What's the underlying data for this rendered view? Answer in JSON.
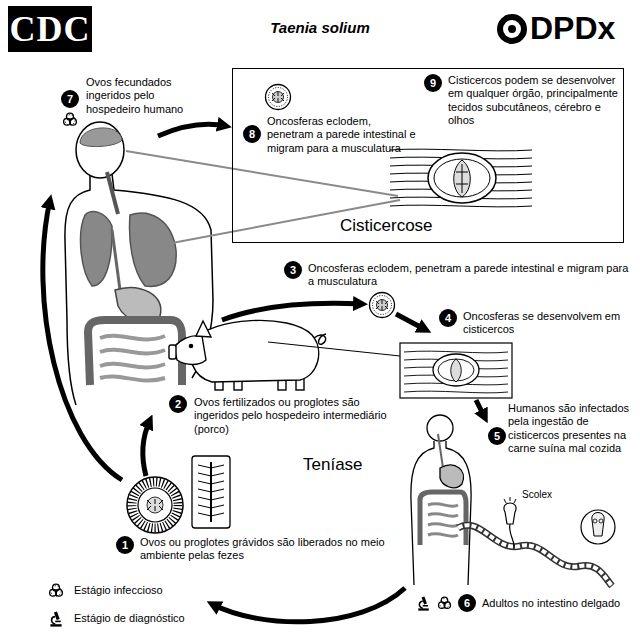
{
  "diagram": {
    "title": "Taenia solium",
    "nodes": [
      {
        "text": [
          "Cisticercos podem se desenvolver em qualquer órgão, principalmente tecidos subcutâneos, cérebro e olhos",
          "Oncosferas eclodem, penetram a parede intestinal e migram para a musculatura",
          "Cisticercose"
        ]
      }
    ],
    "labels": [
      "CDC",
      "DPDx",
      "7",
      "Ovos fecundados ingeridos pelo hospedeiro humano",
      "9",
      "8",
      "3",
      "Oncosferas eclodem, penetram a parede intestinal e migram para a musculatura",
      "4",
      "Oncosferas se desenvolvem em cisticercos",
      "2",
      "Ovos fertilizados ou proglotes são ingeridos pelo hospedeiro intermediário (porco)",
      "Teníase",
      "5",
      "Humanos são infectados pela ingestão de cisticercos presentes na carne suína mal cozida",
      "Scolex",
      "1",
      "Ovos ou proglotes grávidos são liberados no meio ambiente pelas fezes",
      "6",
      "Adultos no intestino delgado"
    ],
    "legend": [
      {
        "text": "Estágio infeccioso"
      },
      {
        "text": "Estágio de diagnóstico"
      }
    ]
  }
}
